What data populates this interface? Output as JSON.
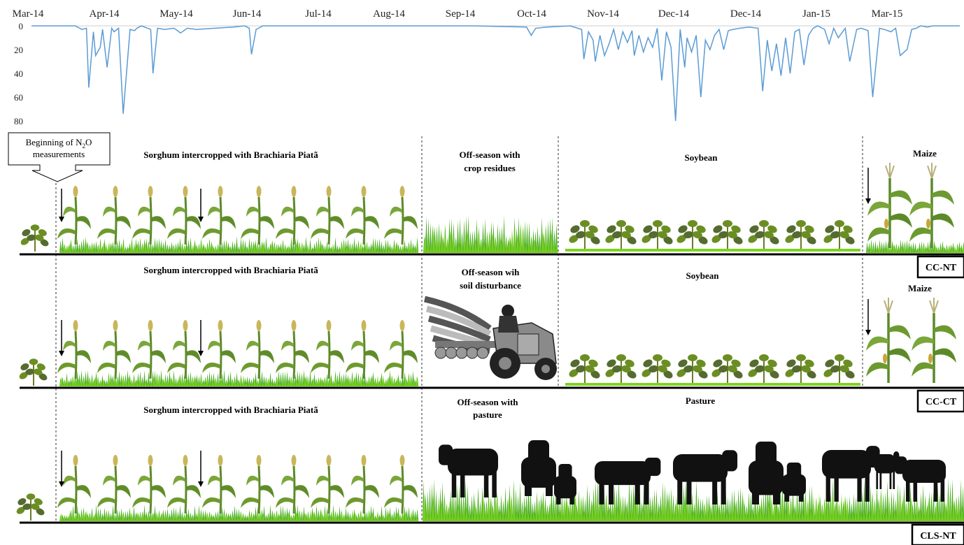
{
  "chart_data": {
    "type": "line",
    "title": "",
    "xlabel": "",
    "ylabel": "",
    "ylim": [
      0,
      80
    ],
    "y_ticks": [
      "0",
      "20",
      "40",
      "60",
      "80"
    ],
    "y_inverted": true,
    "x_tick_labels": [
      "Mar-14",
      "Apr-14",
      "May-14",
      "Jun-14",
      "Jul-14",
      "Aug-14",
      "Sep-14",
      "Oct-14",
      "Nov-14",
      "Dec-14",
      "Dec-14",
      "Jan-15",
      "Mar-15"
    ],
    "x_start": "2014-03-01",
    "x_end": "2015-04-10",
    "grid": false,
    "color": "#5b9bd5",
    "series": [
      {
        "x": [
          "2014-03-01",
          "2014-03-20",
          "2014-03-23",
          "2014-03-25",
          "2014-03-26",
          "2014-03-28",
          "2014-03-29",
          "2014-03-31",
          "2014-04-01",
          "2014-04-03",
          "2014-04-05",
          "2014-04-06",
          "2014-04-08",
          "2014-04-10",
          "2014-04-13",
          "2014-04-15",
          "2014-04-16",
          "2014-04-18",
          "2014-04-22",
          "2014-04-23",
          "2014-04-25",
          "2014-04-28",
          "2014-05-02",
          "2014-05-03",
          "2014-05-05",
          "2014-05-08",
          "2014-05-12",
          "2014-05-20",
          "2014-05-28",
          "2014-06-02",
          "2014-06-04",
          "2014-06-05",
          "2014-06-07",
          "2014-06-10",
          "2014-07-15",
          "2014-08-20",
          "2014-09-10",
          "2014-10-03",
          "2014-10-05",
          "2014-10-07",
          "2014-10-12",
          "2014-10-22",
          "2014-10-27",
          "2014-10-28",
          "2014-10-30",
          "2014-11-01",
          "2014-11-02",
          "2014-11-04",
          "2014-11-06",
          "2014-11-08",
          "2014-11-10",
          "2014-11-12",
          "2014-11-14",
          "2014-11-16",
          "2014-11-18",
          "2014-11-19",
          "2014-11-21",
          "2014-11-23",
          "2014-11-25",
          "2014-11-27",
          "2014-11-29",
          "2014-12-01",
          "2014-12-03",
          "2014-12-05",
          "2014-12-07",
          "2014-12-09",
          "2014-12-11",
          "2014-12-12",
          "2014-12-14",
          "2014-12-16",
          "2014-12-18",
          "2014-12-20",
          "2014-12-22",
          "2014-12-24",
          "2014-12-26",
          "2014-12-28",
          "2014-12-30",
          "2015-01-01",
          "2015-01-04",
          "2015-01-08",
          "2015-01-12",
          "2015-01-14",
          "2015-01-16",
          "2015-01-18",
          "2015-01-20",
          "2015-01-22",
          "2015-01-24",
          "2015-01-26",
          "2015-01-28",
          "2015-01-30",
          "2015-02-01",
          "2015-02-03",
          "2015-02-05",
          "2015-02-07",
          "2015-02-10",
          "2015-02-12",
          "2015-02-14",
          "2015-02-16",
          "2015-02-19",
          "2015-02-21",
          "2015-02-24",
          "2015-02-26",
          "2015-03-01",
          "2015-03-03",
          "2015-03-06",
          "2015-03-08",
          "2015-03-11",
          "2015-03-13",
          "2015-03-15",
          "2015-03-18",
          "2015-03-20",
          "2015-03-22",
          "2015-03-24",
          "2015-03-27",
          "2015-03-29",
          "2015-04-01",
          "2015-04-03",
          "2015-04-10"
        ],
        "values": [
          0,
          0,
          3,
          2,
          52,
          5,
          25,
          18,
          3,
          35,
          2,
          5,
          2,
          74,
          3,
          4,
          2,
          0,
          3,
          40,
          2,
          3,
          2,
          3,
          6,
          2,
          3,
          2,
          1,
          0,
          2,
          24,
          3,
          0,
          0,
          0,
          0,
          1,
          8,
          2,
          1,
          0,
          3,
          28,
          5,
          12,
          30,
          8,
          25,
          15,
          3,
          20,
          5,
          14,
          4,
          25,
          8,
          22,
          10,
          18,
          2,
          46,
          5,
          18,
          80,
          3,
          35,
          10,
          22,
          8,
          60,
          12,
          20,
          8,
          3,
          20,
          4,
          3,
          2,
          1,
          2,
          55,
          12,
          38,
          15,
          42,
          10,
          40,
          5,
          3,
          33,
          8,
          2,
          0,
          3,
          15,
          2,
          10,
          2,
          30,
          3,
          2,
          4,
          60,
          2,
          3,
          5,
          2,
          25,
          20,
          3,
          2,
          0,
          1,
          0,
          0,
          0,
          0
        ]
      }
    ]
  },
  "annotation": {
    "line1": "Beginning of N",
    "sub": "2",
    "line1_tail": "O",
    "line2": "measurements"
  },
  "rows": [
    {
      "system": "CC-NT",
      "sorghum_label": "Sorghum intercropped with Brachiaria Piatã",
      "offseason_line1": "Off-season with",
      "offseason_line2": "crop residues",
      "third_label": "Soybean",
      "fourth_label": "Maize"
    },
    {
      "system": "CC-CT",
      "sorghum_label": "Sorghum intercropped with Brachiaria Piatã",
      "offseason_line1": "Off-season wih",
      "offseason_line2": "soil disturbance",
      "third_label": "Soybean",
      "fourth_label": "Maize"
    },
    {
      "system": "CLS-NT",
      "sorghum_label": "Sorghum intercropped with Brachiaria Piatã",
      "offseason_line1": "Off-season with",
      "offseason_line2": "pasture",
      "third_label": "Pasture"
    }
  ],
  "colors": {
    "line": "#5b9bd5",
    "grass": "#4caf25",
    "grass_light": "#7ed321",
    "plant": "#6b8e23",
    "plant_dark": "#556b2f",
    "cow": "#111111",
    "tractor": "#8a8a8a"
  }
}
